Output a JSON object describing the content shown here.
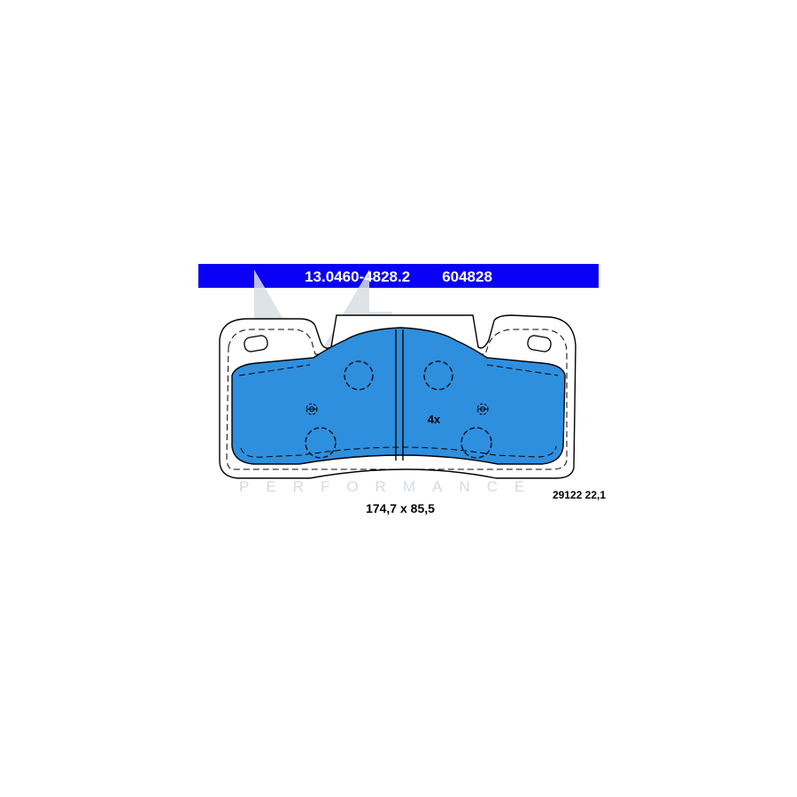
{
  "header": {
    "part_number": "13.0460-4828.2",
    "ref_number": "604828",
    "background_color": "#0a00f5",
    "text_color": "#ffffff"
  },
  "diagram": {
    "pad_fill_color": "#2e8fde",
    "outline_color": "#000000",
    "quantity_label": "4x",
    "code_label": "29122 22,1",
    "dimensions_label": "174,7 x 85,5"
  },
  "watermark": {
    "logo_text": "ML",
    "subtext": "PERFORMANCE",
    "color": "#cfd6dd"
  }
}
